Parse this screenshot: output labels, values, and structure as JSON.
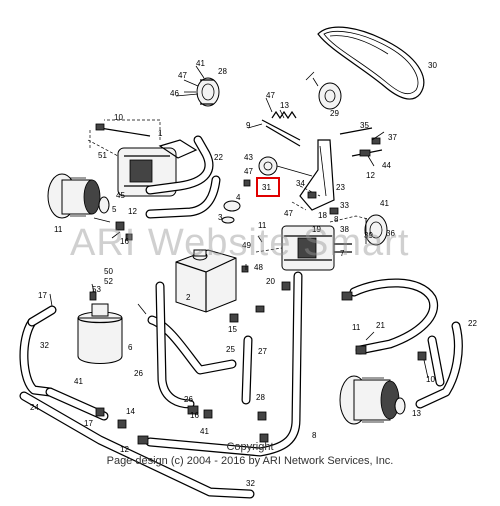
{
  "diagram": {
    "watermark": "ARI Website Smart",
    "copyright": "Copyright",
    "page_design": "Page design (c) 2004 - 2016 by ARI Network Services, Inc.",
    "highlight_color": "#e00000",
    "highlighted_callout": "31",
    "callouts": [
      "30",
      "41",
      "28",
      "46",
      "47",
      "29",
      "47",
      "13",
      "10",
      "1",
      "22",
      "35",
      "37",
      "9",
      "51",
      "45",
      "43",
      "44",
      "12",
      "5",
      "4",
      "47",
      "12",
      "31",
      "34",
      "3",
      "23",
      "11",
      "33",
      "41",
      "36",
      "47",
      "18",
      "8",
      "19",
      "38",
      "39",
      "16",
      "11",
      "7",
      "2",
      "20",
      "48",
      "50",
      "52",
      "53",
      "17",
      "21",
      "15",
      "32",
      "6",
      "11",
      "49",
      "25",
      "26",
      "27",
      "22",
      "14",
      "26",
      "41",
      "10",
      "24",
      "17",
      "16",
      "41",
      "12",
      "13",
      "28",
      "8",
      "32"
    ]
  }
}
